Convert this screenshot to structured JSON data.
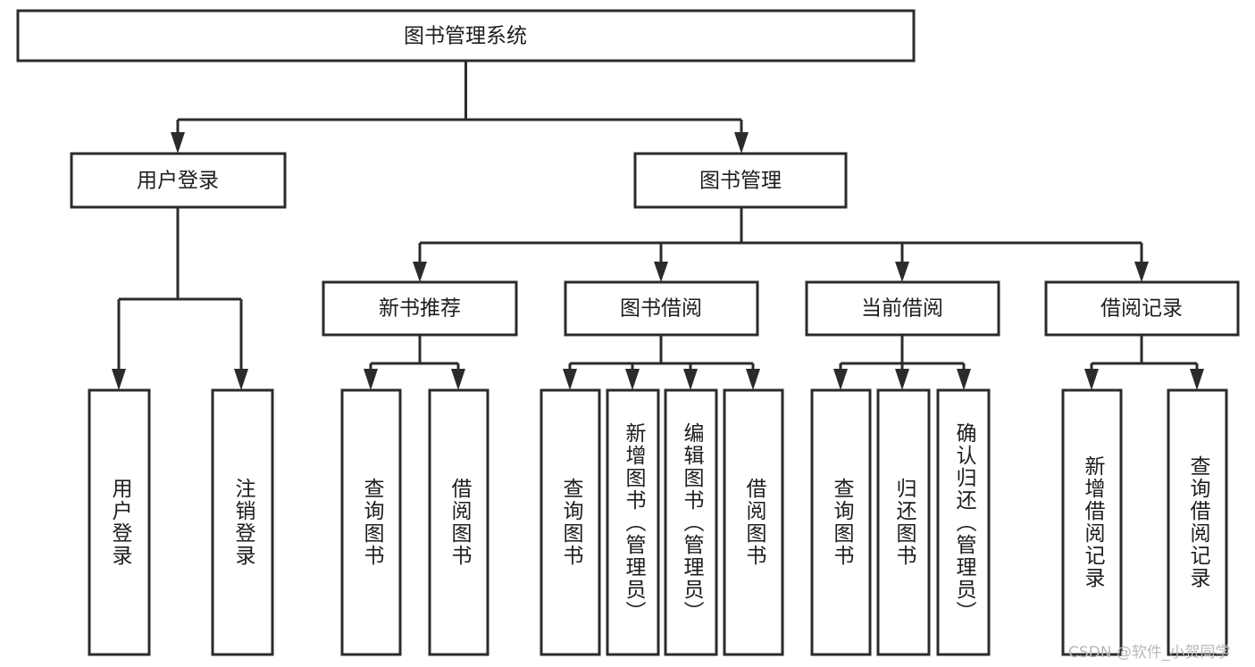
{
  "diagram": {
    "title_node": {
      "label": "图书管理系统"
    },
    "level1": [
      {
        "id": "user-login",
        "label": "用户登录"
      },
      {
        "id": "book-manage",
        "label": "图书管理"
      }
    ],
    "level2": [
      {
        "id": "new-book-recommend",
        "label": "新书推荐",
        "parent": "book-manage"
      },
      {
        "id": "book-borrow",
        "label": "图书借阅",
        "parent": "book-manage"
      },
      {
        "id": "current-borrow",
        "label": "当前借阅",
        "parent": "book-manage"
      },
      {
        "id": "borrow-record",
        "label": "借阅记录",
        "parent": "book-manage"
      }
    ],
    "leaves": {
      "user-login": [
        {
          "id": "leaf-user-login",
          "label": "用户登录"
        },
        {
          "id": "leaf-logout",
          "label": "注销登录"
        }
      ],
      "new-book-recommend": [
        {
          "id": "leaf-query-book-1",
          "label": "查询图书"
        },
        {
          "id": "leaf-borrow-book-1",
          "label": "借阅图书"
        }
      ],
      "book-borrow": [
        {
          "id": "leaf-query-book-2",
          "label": "查询图书"
        },
        {
          "id": "leaf-add-book",
          "label": "新增图书（管理员）"
        },
        {
          "id": "leaf-edit-book",
          "label": "编辑图书（管理员）"
        },
        {
          "id": "leaf-borrow-book-2",
          "label": "借阅图书"
        }
      ],
      "current-borrow": [
        {
          "id": "leaf-query-book-3",
          "label": "查询图书"
        },
        {
          "id": "leaf-return-book",
          "label": "归还图书"
        },
        {
          "id": "leaf-confirm-return",
          "label": "确认归还（管理员）"
        }
      ],
      "borrow-record": [
        {
          "id": "leaf-add-record",
          "label": "新增借阅记录"
        },
        {
          "id": "leaf-query-record",
          "label": "查询借阅记录"
        }
      ]
    },
    "colors": {
      "stroke": "#2b2b2b",
      "box_fill": "#ffffff",
      "text": "#1d1d1d",
      "watermark": "#b9b9b9",
      "background": "#ffffff"
    }
  },
  "watermark": {
    "text": "CSDN @软件_小贺同学"
  }
}
